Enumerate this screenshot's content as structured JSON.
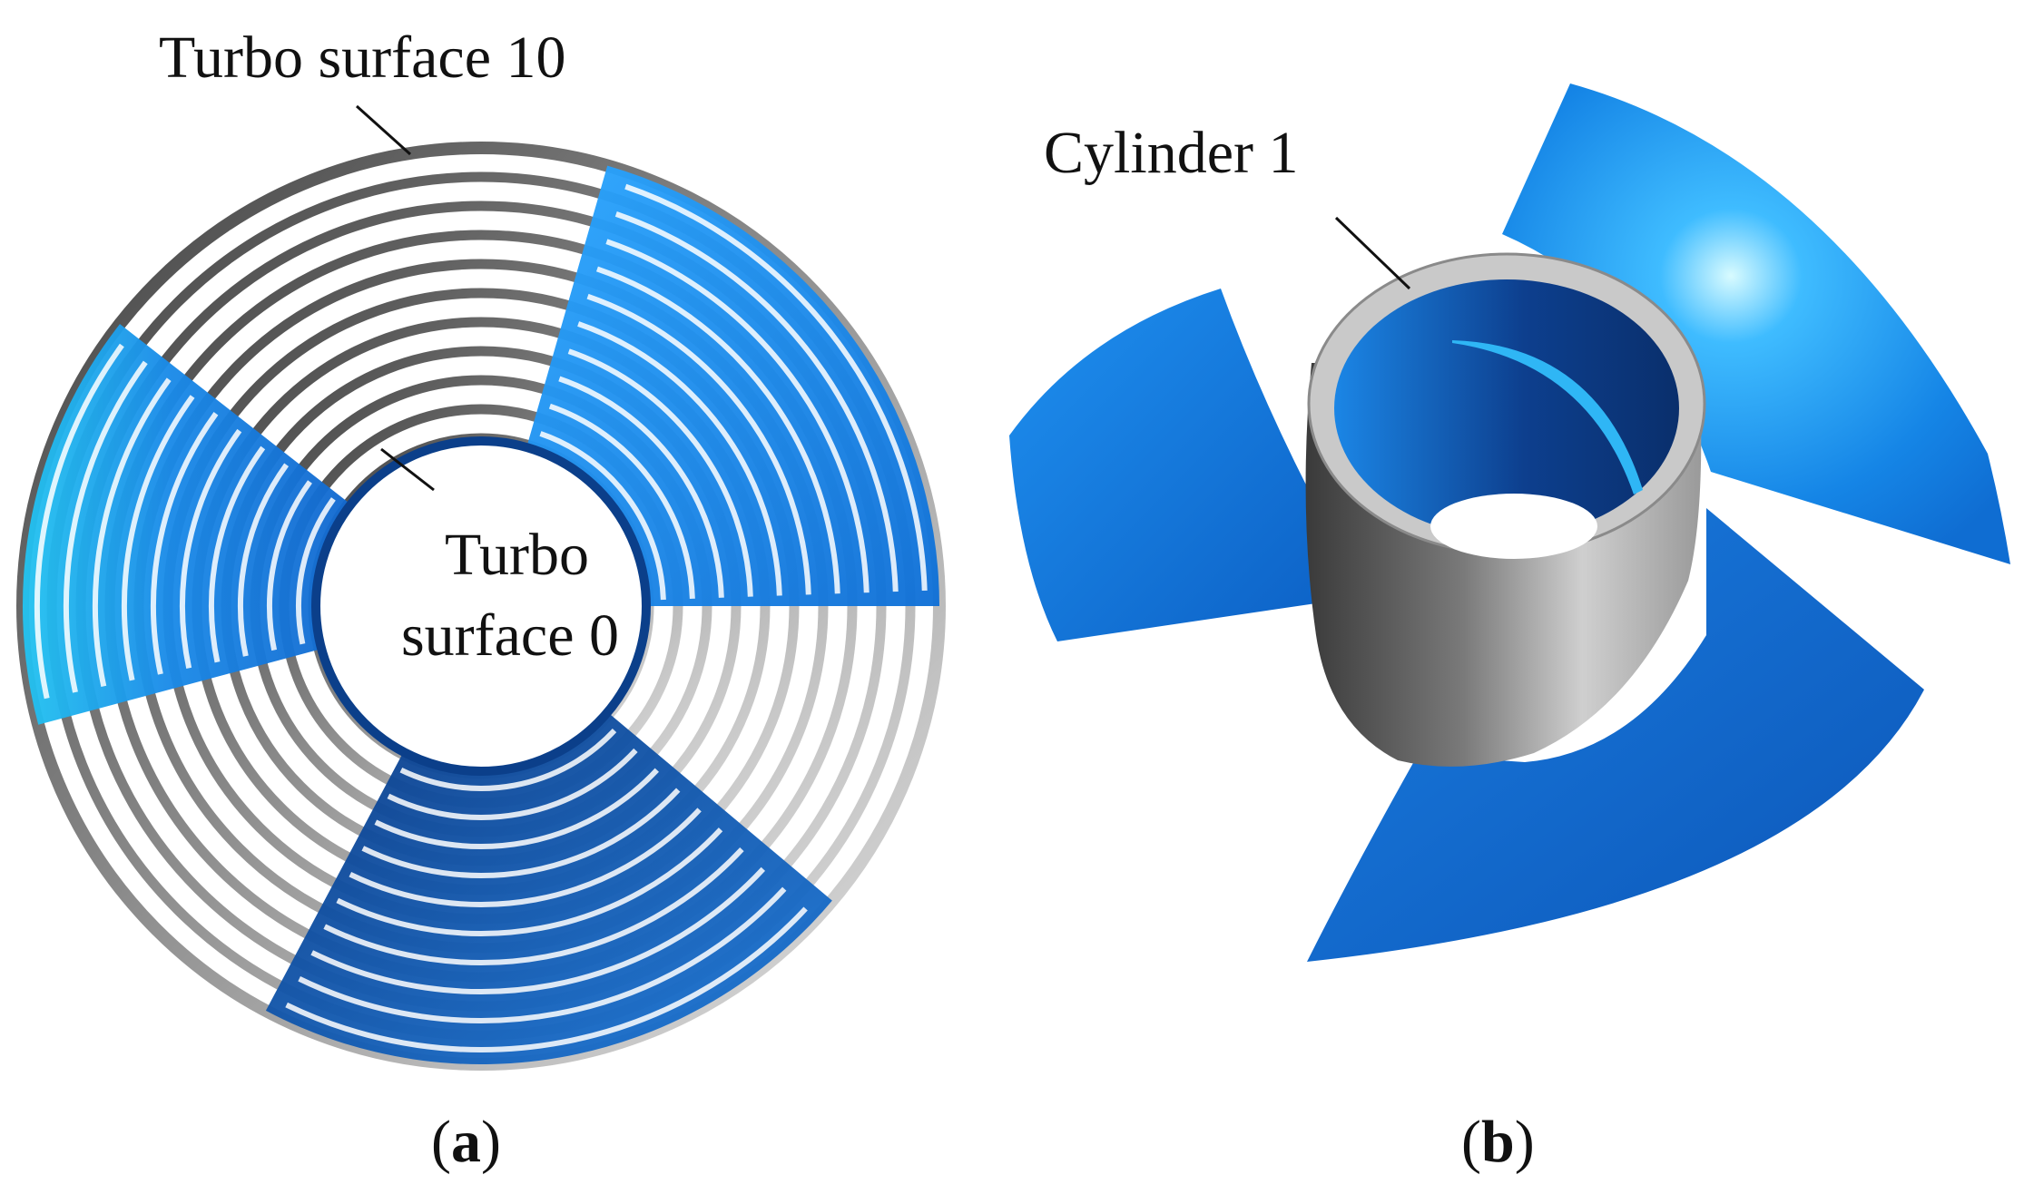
{
  "panel_a": {
    "label_outer": "Turbo surface 10",
    "label_inner_line1": "Turbo",
    "label_inner_line2": "surface 0",
    "caption_letter": "a"
  },
  "panel_b": {
    "label_cylinder": "Cylinder 1",
    "caption_letter": "b"
  },
  "colors": {
    "blade_light": "#2f9cf2",
    "blade_mid": "#1a7fe0",
    "blade_dark": "#0a3f8a",
    "ring_light": "#e8e8e8",
    "ring_dark": "#4a4a4a",
    "hub_light": "#d9d9d9",
    "hub_dark": "#5a5a5a"
  }
}
